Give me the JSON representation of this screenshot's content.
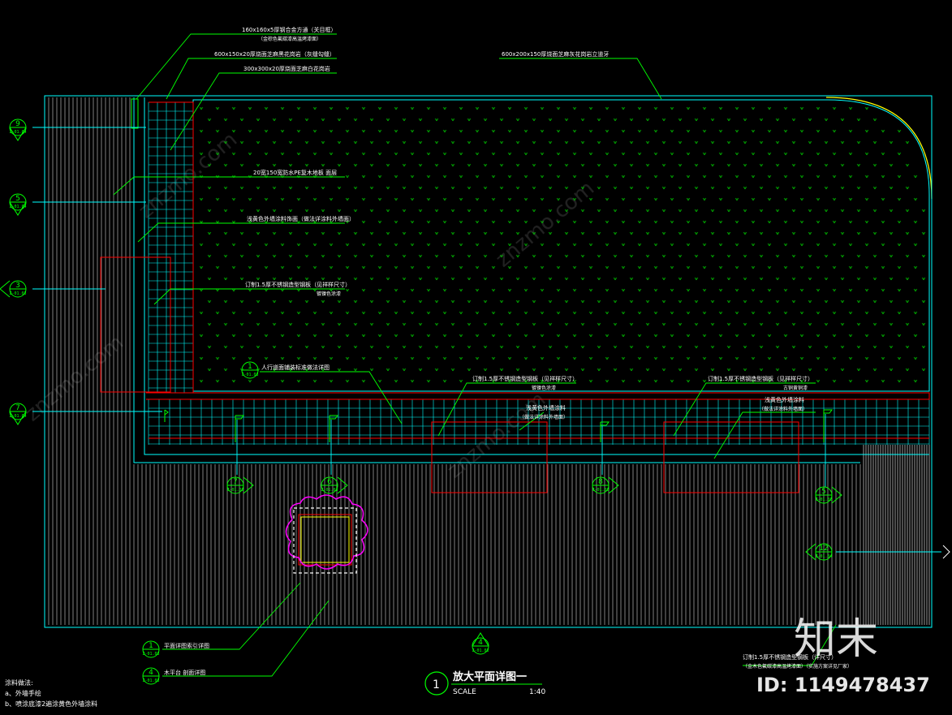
{
  "drawing": {
    "title": "放大平面详图一",
    "title_number": "1",
    "scale_label": "SCALE",
    "scale_value": "1:40"
  },
  "annotations": {
    "a1_line1": "160x160x5厚钢合金方通（关目框）",
    "a1_line2": "（金棕色氟碳漆高温烤漆面）",
    "a2": "600x150x20厚烧面芝麻黑花岗岩（灰缝勾缝）",
    "a3": "300x300x20厚烧面芝麻白花岗岩",
    "a4": "600x200x150厚烧面芝麻灰花岗岩立道牙",
    "a5": "20宽150宽防水PE复木地板 面层",
    "a6": "浅黄色外墙涂料饰面（做法详涂料外墙面）",
    "a7_line1": "订制1.5厚不锈钢造型钢板（见祥样尺寸）",
    "a7_line2": "镀镍色涂漆",
    "a8": "人行道面铺装标准做法详图",
    "a9_line1": "订制1.5厚不锈钢造型钢板（见祥样尺寸）",
    "a9_line2": "镀镍色涂漆",
    "a10_line1": "浅黄色外墙涂料",
    "a10_line2": "（做法详涂料外墙面）",
    "a11_line1": "订制1.5厚不锈钢造型钢板（见祥样尺寸）",
    "a11_line2": "古铜黄铜漆",
    "a12_line1": "浅黄色外墙涂料",
    "a12_line2": "（做法详涂料外墙面）",
    "a13_line1": "订制1.5厚不锈钢造型钢板（详尺寸）",
    "a13_line2": "（金木色氟碳漆高温烤漆面）（实施方案详见厂家）",
    "b1": "平面详图索引详图",
    "b2": "木平台 剖面详图"
  },
  "tags": {
    "t9": {
      "num": "9",
      "ref": "Z-01.04"
    },
    "t5l": {
      "num": "5",
      "ref": "Z-01.04"
    },
    "t3": {
      "num": "3",
      "ref": "Z-01.03"
    },
    "t7l": {
      "num": "7",
      "ref": "Z-01.04"
    },
    "t1c": {
      "num": "1",
      "ref": "Z-01.03"
    },
    "t7b": {
      "num": "7",
      "ref": "Z-01.03"
    },
    "t6b": {
      "num": "6",
      "ref": "Z-01.03"
    },
    "t8b": {
      "num": "8",
      "ref": "Z-01.03"
    },
    "t5b": {
      "num": "5",
      "ref": "Z-01.03"
    },
    "t12": {
      "num": "12",
      "ref": "Z-01.04"
    },
    "t4s": {
      "num": "4",
      "ref": "Z-01.03"
    },
    "t1l": {
      "num": "1",
      "ref": "Z-01.03"
    },
    "t4l": {
      "num": "4",
      "ref": "Z-01.03"
    }
  },
  "notes": {
    "heading": "涂料做法:",
    "line_a": "a、外墙手绘",
    "line_b": "b、喷涂底漆2遍涂黄色外墙涂料"
  },
  "watermark": {
    "brand": "知末",
    "id_text": "ID: 1149478437",
    "site": "znzmo.com"
  },
  "colors": {
    "background": "#000000",
    "cyan": "#00ffff",
    "green": "#00ff00",
    "red": "#ff0000",
    "white": "#ffffff",
    "yellow": "#ffff00",
    "magenta": "#ff00ff"
  }
}
